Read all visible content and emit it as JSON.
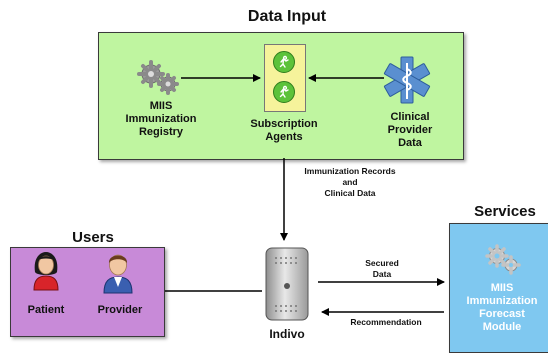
{
  "data_input": {
    "title": "Data Input",
    "miis_registry": [
      "MIIS",
      "Immunization",
      "Registry"
    ],
    "subscription_agents": [
      "Subscription",
      "Agents"
    ],
    "clinical_provider_data": [
      "Clinical",
      "Provider",
      "Data"
    ]
  },
  "flow": {
    "immunization_records": [
      "Immunization Records",
      "and",
      "Clinical Data"
    ],
    "secured_data": [
      "Secured",
      "Data"
    ],
    "recommendation": "Recommendation"
  },
  "users": {
    "title": "Users",
    "patient": "Patient",
    "provider": "Provider"
  },
  "indivo": {
    "label": "Indivo"
  },
  "services": {
    "title": "Services",
    "module": [
      "MIIS",
      "Immunization",
      "Forecast",
      "Module"
    ]
  },
  "colors": {
    "data_input_bg": "#bff5a0",
    "users_bg": "#c88ad8",
    "services_bg": "#7fc8f0",
    "agents_bg": "#f6f39b",
    "agent_icon": "#5cc23a",
    "star_of_life": "#5a8fd0"
  }
}
